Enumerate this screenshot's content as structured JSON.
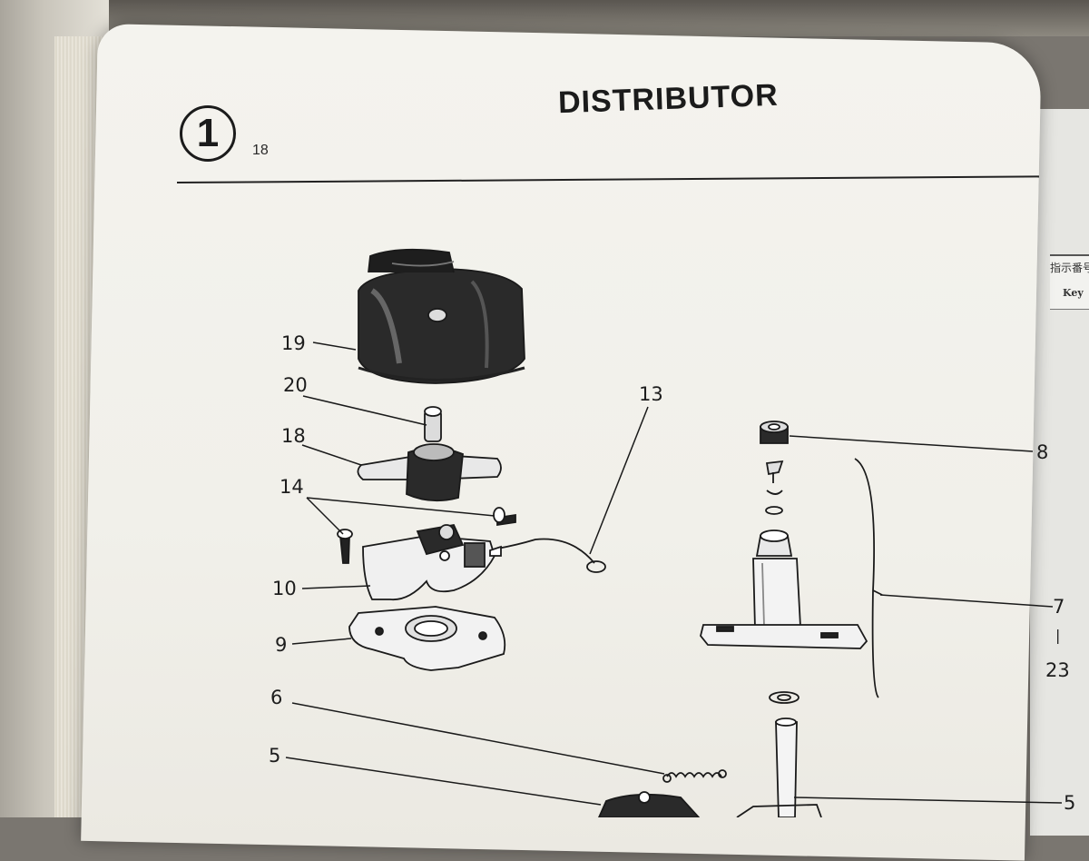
{
  "page": {
    "title": "DISTRIBUTOR",
    "section_number": "1",
    "page_number": "18"
  },
  "right_page": {
    "header_jp": "指示番号",
    "header_key": "Key"
  },
  "callouts": {
    "c19": "19",
    "c20": "20",
    "c18": "18",
    "c14": "14",
    "c13": "13",
    "c10": "10",
    "c9": "9",
    "c6": "6",
    "c5_left": "5",
    "c8": "8",
    "c7": "7",
    "c7_dash": "|",
    "c23": "23",
    "c5_right": "5"
  }
}
